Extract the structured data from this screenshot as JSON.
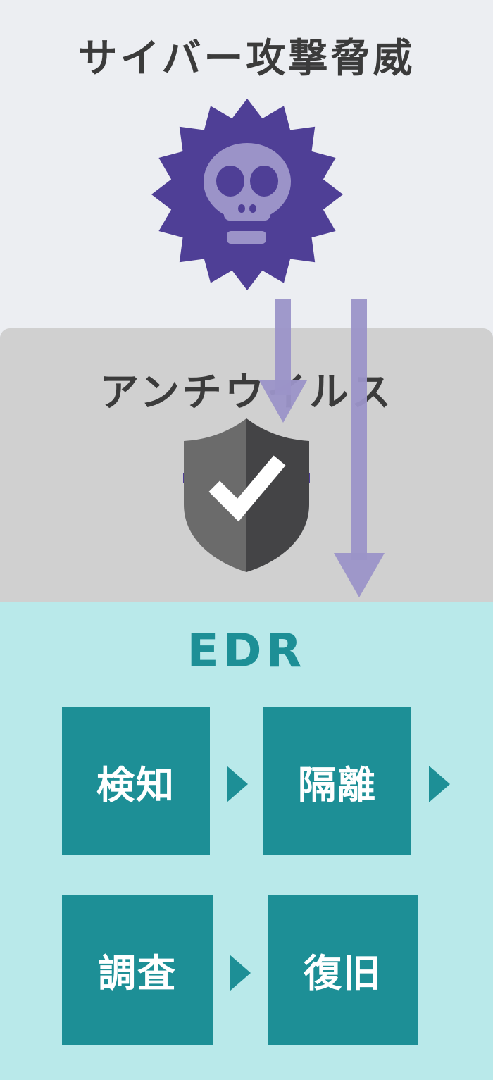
{
  "threat": {
    "title": "サイバー攻撃脅威",
    "icon": "skull-virus-icon"
  },
  "antivirus": {
    "title": "アンチウイルス",
    "icon": "shield-check-icon"
  },
  "edr": {
    "title": "EDR",
    "steps": [
      {
        "label": "検知"
      },
      {
        "label": "隔離"
      },
      {
        "label": "調査"
      },
      {
        "label": "復旧"
      }
    ]
  },
  "colors": {
    "threat_bg": "#eceef2",
    "antivirus_bg": "#d0d0d0",
    "edr_bg": "#b9e9ea",
    "virus": "#4f3f96",
    "arrow": "#9b93c8",
    "teal": "#1d8f96"
  }
}
